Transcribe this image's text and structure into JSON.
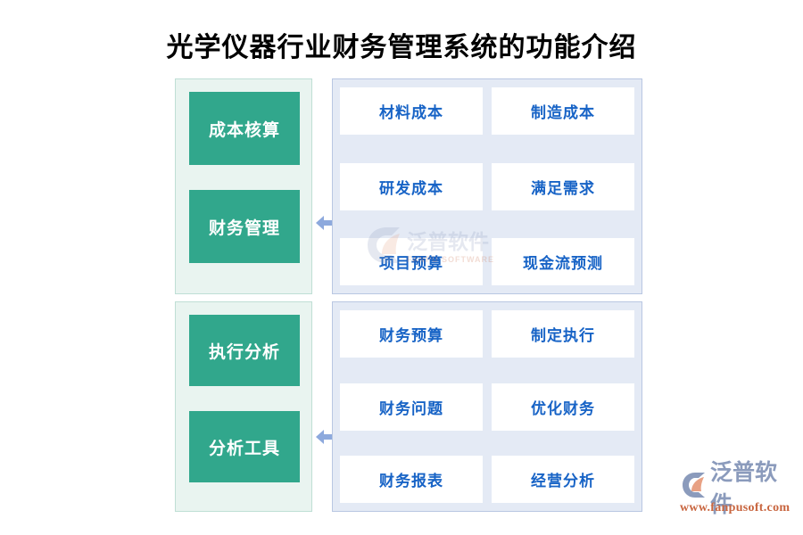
{
  "title": "光学仪器行业财务管理系统的功能介绍",
  "colors": {
    "green_box": "#31a78c",
    "green_panel_bg": "#e9f4f0",
    "green_panel_border": "#bfdfd5",
    "blue_panel_bg": "#e4eaf5",
    "blue_panel_border": "#b9c7e2",
    "card_bg": "#ffffff",
    "card_text": "#1763c6",
    "arrow": "#8da9dd",
    "title_text": "#000000",
    "brand_name": "#8b9bbc",
    "brand_url": "#c8653f",
    "logo_swoosh": "#e8a184"
  },
  "sections": [
    {
      "name": "cost-accounting",
      "categories": [
        {
          "label": "成本核算"
        },
        {
          "label": "财务管理"
        }
      ],
      "connector_icon": "double-arrow-horizontal-icon",
      "rows": [
        [
          {
            "label": "材料成本"
          },
          {
            "label": "制造成本"
          }
        ],
        [
          {
            "label": "研发成本"
          },
          {
            "label": "满足需求"
          }
        ],
        [
          {
            "label": "项目预算"
          },
          {
            "label": "现金流预测"
          }
        ]
      ]
    },
    {
      "name": "execution-analysis",
      "categories": [
        {
          "label": "执行分析"
        },
        {
          "label": "分析工具"
        }
      ],
      "connector_icon": "double-arrow-horizontal-icon",
      "rows": [
        [
          {
            "label": "财务预算"
          },
          {
            "label": "制定执行"
          }
        ],
        [
          {
            "label": "财务问题"
          },
          {
            "label": "优化财务"
          }
        ],
        [
          {
            "label": "财务报表"
          },
          {
            "label": "经营分析"
          }
        ]
      ]
    }
  ],
  "brand": {
    "name": "泛普软件",
    "url": "www.fanpusoft.com",
    "logo_icon": "fanpu-c-swoosh-logo"
  },
  "watermark": {
    "name": "泛普软件",
    "sub": "FANPU SOFTWARE"
  }
}
